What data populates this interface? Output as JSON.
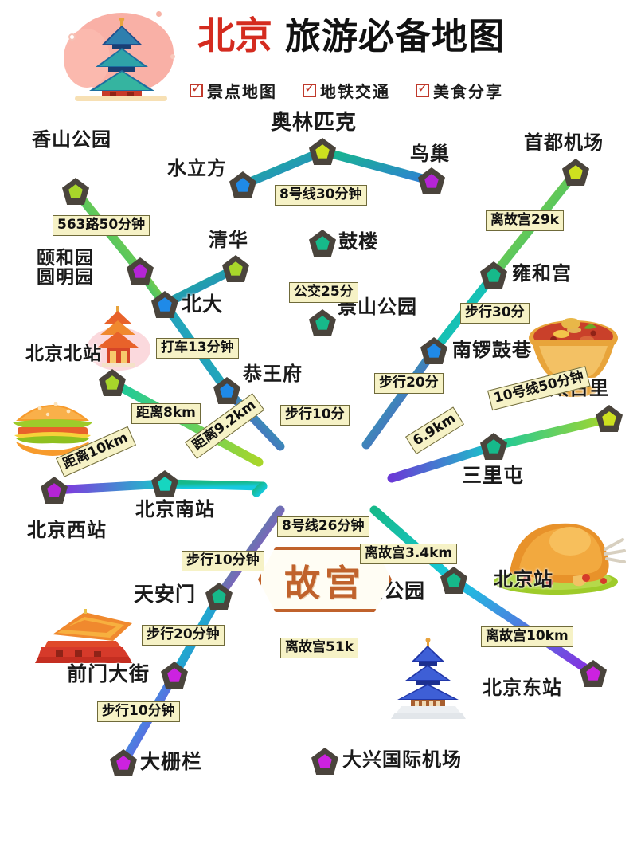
{
  "header": {
    "title_highlight": "北京",
    "title_rest": "旅游必备地图",
    "highlight_color": "#ffd91c",
    "highlight_text_color": "#d42b1f",
    "checks": [
      {
        "label": "景点地图",
        "icon": "checkbox-checked-icon"
      },
      {
        "label": "地铁交通",
        "icon": "checkbox-checked-icon"
      },
      {
        "label": "美食分享",
        "icon": "checkbox-checked-icon"
      }
    ],
    "logo_icon": "temple-of-heaven-icon"
  },
  "map": {
    "hub": {
      "label": "故宫",
      "border_color": "#c0622c"
    },
    "nodes": [
      {
        "id": "xiangshan",
        "label": "香山公园",
        "color": "#a8d62a"
      },
      {
        "id": "yiheyuan",
        "label": "颐和园\n圆明园",
        "color": "#b524d6"
      },
      {
        "id": "beijingbei",
        "label": "北京北站",
        "color": "#a8d62a"
      },
      {
        "id": "beida",
        "label": "北大",
        "color": "#1f8ae8"
      },
      {
        "id": "qinghua",
        "label": "清华",
        "color": "#a8d62a"
      },
      {
        "id": "shuilifang",
        "label": "水立方",
        "color": "#1f8ae8"
      },
      {
        "id": "aolinpike",
        "label": "奥林匹克",
        "color": "#cde01f"
      },
      {
        "id": "niaochao",
        "label": "鸟巢",
        "color": "#b524d6"
      },
      {
        "id": "gulou",
        "label": "鼓楼",
        "color": "#16b98a"
      },
      {
        "id": "jingshan",
        "label": "景山公园",
        "color": "#16b98a"
      },
      {
        "id": "gongwangfu",
        "label": "恭王府",
        "color": "#1f8ae8"
      },
      {
        "id": "shoudu",
        "label": "首都机场",
        "color": "#cde01f"
      },
      {
        "id": "yonghegong",
        "label": "雍和宫",
        "color": "#16b98a"
      },
      {
        "id": "nanluoguxiang",
        "label": "南锣鼓巷",
        "color": "#1f8ae8"
      },
      {
        "id": "taiguli",
        "label": "太古里",
        "color": "#cde01f"
      },
      {
        "id": "sanlitun",
        "label": "三里屯",
        "color": "#16b98a"
      },
      {
        "id": "beijingxi",
        "label": "北京西站",
        "color": "#b524d6"
      },
      {
        "id": "beijingnan",
        "label": "北京南站",
        "color": "#16d6c0"
      },
      {
        "id": "tiananmen",
        "label": "天安门",
        "color": "#16b98a"
      },
      {
        "id": "qianmen",
        "label": "前门大街",
        "color": "#cc22e0"
      },
      {
        "id": "dazhalan",
        "label": "大栅栏",
        "color": "#cc22e0"
      },
      {
        "id": "tiantan",
        "label": "天坛公园",
        "color": "#1f8ae8"
      },
      {
        "id": "daxing",
        "label": "大兴国际机场",
        "color": "#cc22e0"
      },
      {
        "id": "beijingzhan",
        "label": "北京站",
        "color": "#16b98a"
      },
      {
        "id": "beijingdong",
        "label": "北京东站",
        "color": "#cc22e0"
      }
    ],
    "tags": [
      {
        "id": "t-xiangshan",
        "text": "563路50分钟"
      },
      {
        "id": "t-aolinpike",
        "text": "8号线30分钟"
      },
      {
        "id": "t-gulou",
        "text": "公交25分"
      },
      {
        "id": "t-shoudu",
        "text": "离故宫29k"
      },
      {
        "id": "t-yonghegong",
        "text": "步行30分"
      },
      {
        "id": "t-beida",
        "text": "打车13分钟"
      },
      {
        "id": "t-nanluo",
        "text": "步行20分"
      },
      {
        "id": "t-beijingbei",
        "text": "距离8km"
      },
      {
        "id": "t-jingshan",
        "text": "步行10分"
      },
      {
        "id": "t-taiguli",
        "text": "10号线50分钟"
      },
      {
        "id": "t-beijingnan",
        "text": "距离9.2km"
      },
      {
        "id": "t-beijingxi",
        "text": "距离10km"
      },
      {
        "id": "t-sanlitun",
        "text": "6.9km"
      },
      {
        "id": "t-tiantan",
        "text": "8号线26分钟"
      },
      {
        "id": "t-beijingzhan",
        "text": "离故宫3.4km"
      },
      {
        "id": "t-tiananmen",
        "text": "步行10分钟"
      },
      {
        "id": "t-qianmen",
        "text": "步行20分钟"
      },
      {
        "id": "t-beijingdong",
        "text": "离故宫10km"
      },
      {
        "id": "t-daxing",
        "text": "离故宫51k"
      },
      {
        "id": "t-dazhalan",
        "text": "步行10分钟"
      }
    ],
    "decorations": [
      {
        "id": "pagoda-art",
        "icon": "pagoda-icon"
      },
      {
        "id": "burger-art",
        "icon": "hamburger-icon"
      },
      {
        "id": "hotpot-art",
        "icon": "hotpot-icon"
      },
      {
        "id": "turkey-art",
        "icon": "roast-turkey-icon"
      },
      {
        "id": "tiantan-art",
        "icon": "temple-of-heaven-icon"
      },
      {
        "id": "tiananmen-art",
        "icon": "tiananmen-gate-icon"
      }
    ]
  }
}
